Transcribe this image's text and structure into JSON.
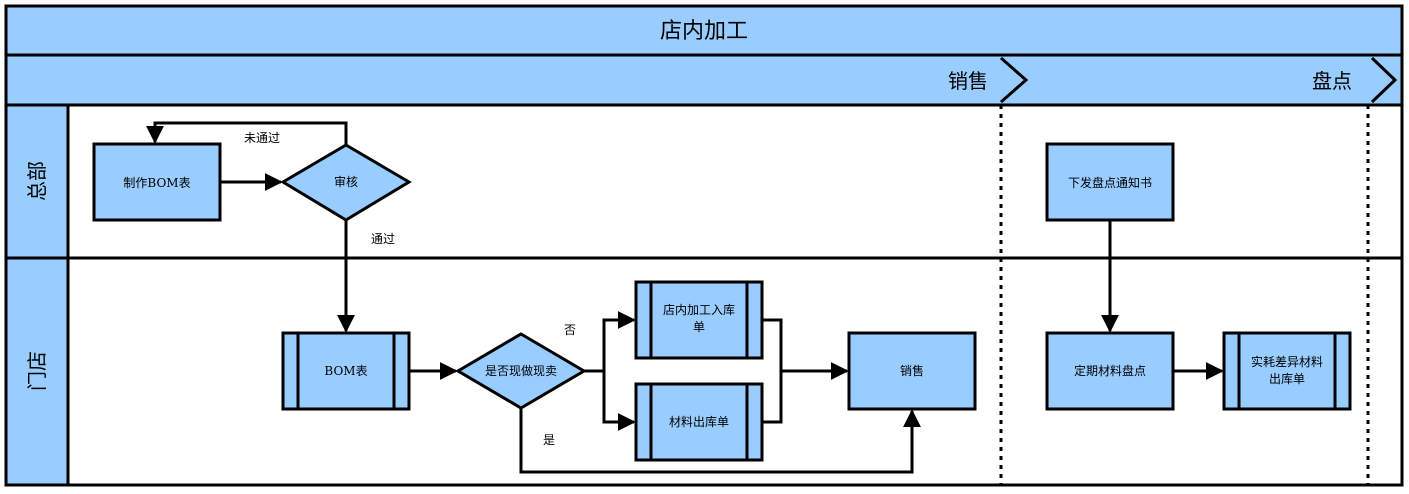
{
  "title": "店内加工",
  "colors": {
    "fill": "#99ccff",
    "stroke": "#000000",
    "background": "#ffffff"
  },
  "phases": {
    "sales": "销售",
    "stocktake": "盘点"
  },
  "lanes": {
    "hq": "总部",
    "store": "门店"
  },
  "nodes": {
    "make_bom": "制作BOM表",
    "review": "审核",
    "issue_notice": "下发盘点通知书",
    "bom": "BOM表",
    "made_now": "是否现做现卖",
    "inbound_line1": "店内加工入库",
    "inbound_line2": "单",
    "material_out": "材料出库单",
    "sale": "销售",
    "periodic_count": "定期材料盘点",
    "variance_line1": "实耗差异材料",
    "variance_line2": "出库单"
  },
  "edge_labels": {
    "rejected": "未通过",
    "approved": "通过",
    "no": "否",
    "yes": "是"
  }
}
